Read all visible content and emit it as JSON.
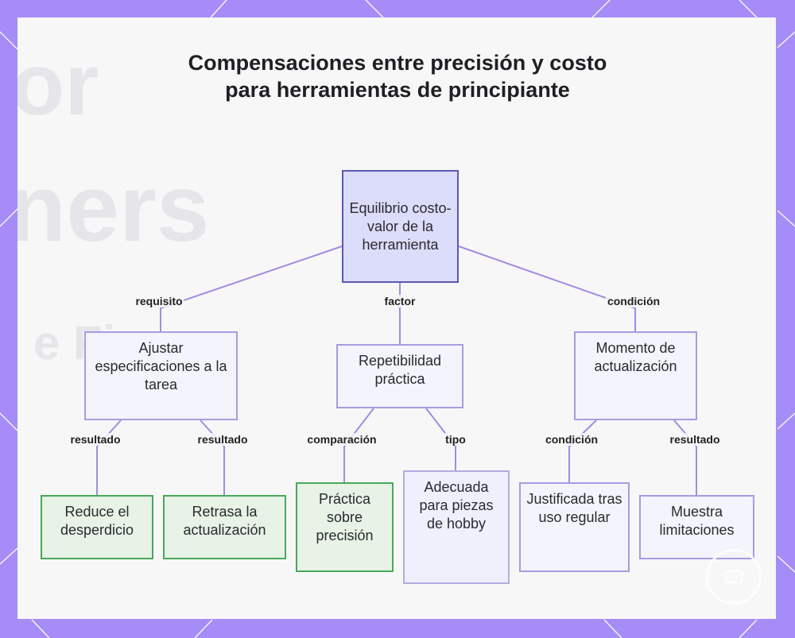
{
  "title": "Compensaciones entre precisión y costo para herramientas de principiante",
  "nodes": {
    "root": "Equilibrio costo-valor de la herramienta",
    "ajustar": "Ajustar especificaciones a la tarea",
    "repetibilidad": "Repetibilidad práctica",
    "momento": "Momento de actualización",
    "reduce": "Reduce el desperdicio",
    "retrasa": "Retrasa la actualización",
    "practica": "Práctica sobre precisión",
    "adecuada": "Adecuada para piezas de hobby",
    "justificada": "Justificada tras uso regular",
    "muestra": "Muestra limitaciones"
  },
  "edge_labels": {
    "requisito": "requisito",
    "factor": "factor",
    "condicion_1": "condición",
    "resultado_1": "resultado",
    "resultado_2": "resultado",
    "comparacion": "comparación",
    "tipo": "tipo",
    "condicion_2": "condición",
    "resultado_3": "resultado"
  },
  "background_text": {
    "line1": "or",
    "line2": "ners",
    "line3": "e Fi"
  },
  "colors": {
    "frame": "#a68cf6",
    "link": "#a48be0",
    "root_fill": "#dcdcfb",
    "green_fill": "#e6f3e6",
    "green_border": "#4aa85a"
  },
  "icons": {
    "corner": "logo-icon"
  }
}
